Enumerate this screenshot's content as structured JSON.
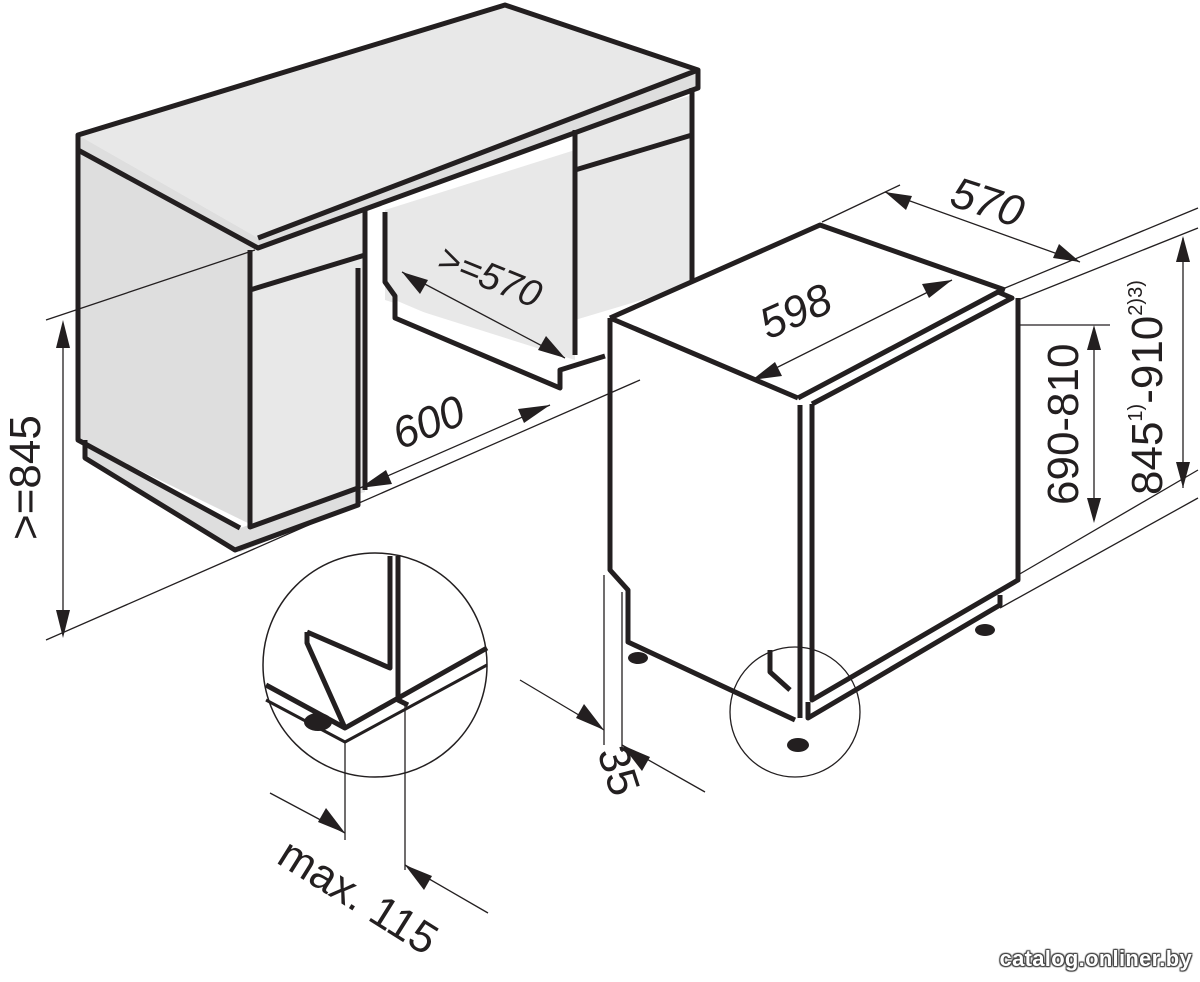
{
  "dimensions": {
    "cabinet_height": ">=845",
    "niche_depth": ">=570",
    "niche_width": "600",
    "appliance_depth": "570",
    "appliance_width": "598",
    "appliance_height": "690-810",
    "total_height_base": "845",
    "total_height_sup1": "1)",
    "total_height_mid": "-910",
    "total_height_sup2": "2)3)",
    "plinth_offset": "35",
    "door_overhang": "max. 115"
  },
  "watermark": "catalog.onliner.by"
}
